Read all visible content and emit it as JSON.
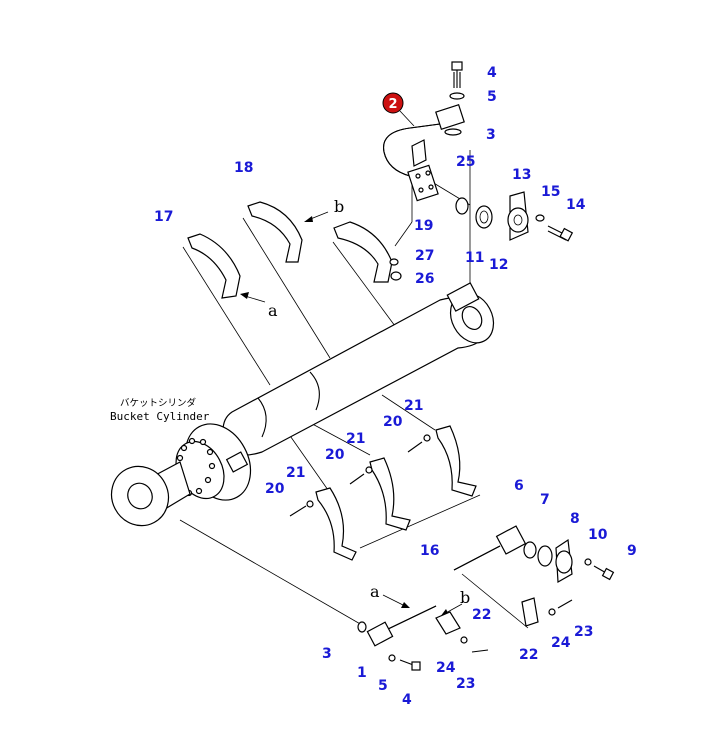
{
  "diagram": {
    "caption_jp": "バケットシリンダ",
    "caption_en": "Bucket Cylinder",
    "highlight": {
      "label": "2",
      "color": "#cc1111"
    },
    "callout_color": "#1a1ad6",
    "letters": {
      "a_top": "a",
      "b_top": "b",
      "a_bottom": "a",
      "b_bottom": "b"
    },
    "callouts": {
      "c4_top": "4",
      "c5_top": "5",
      "c3_top": "3",
      "c25": "25",
      "c13": "13",
      "c15": "15",
      "c14": "14",
      "c18": "18",
      "c17": "17",
      "c19": "19",
      "c27": "27",
      "c26": "26",
      "c11": "11",
      "c12": "12",
      "c21_a": "21",
      "c20_a": "20",
      "c21_b": "21",
      "c20_b": "20",
      "c21_c": "21",
      "c20_c": "20",
      "c16": "16",
      "c6": "6",
      "c7": "7",
      "c8": "8",
      "c10": "10",
      "c9": "9",
      "c3_bot": "3",
      "c1": "1",
      "c22_a": "22",
      "c22_b": "22",
      "c24_a": "24",
      "c23_a": "23",
      "c24_b": "24",
      "c23_b": "23",
      "c5_bot": "5",
      "c4_bot": "4"
    }
  }
}
